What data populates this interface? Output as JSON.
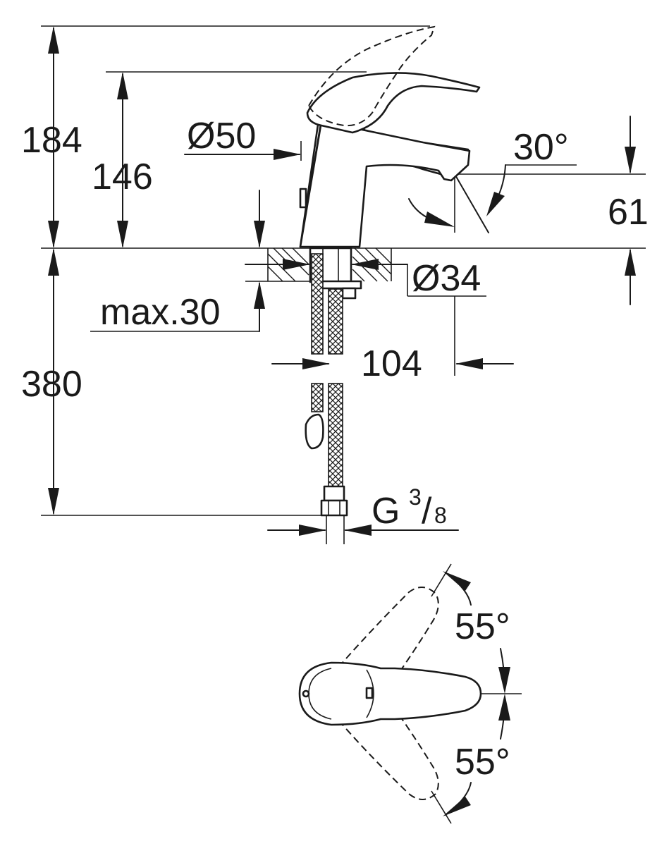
{
  "dimensions": {
    "total_height": "184",
    "spout_height": "146",
    "base_diameter": "Ø50",
    "spout_angle": "30°",
    "spout_outlet_height": "61",
    "hole_diameter": "Ø34",
    "max_counter_thickness": "max.30",
    "projection": "104",
    "hose_length": "380",
    "connection_thread_prefix": "G",
    "connection_thread_num": "3",
    "connection_thread_den": "/",
    "connection_thread_den_num": "8",
    "lever_angle_left": "55°",
    "lever_angle_right": "55°"
  }
}
